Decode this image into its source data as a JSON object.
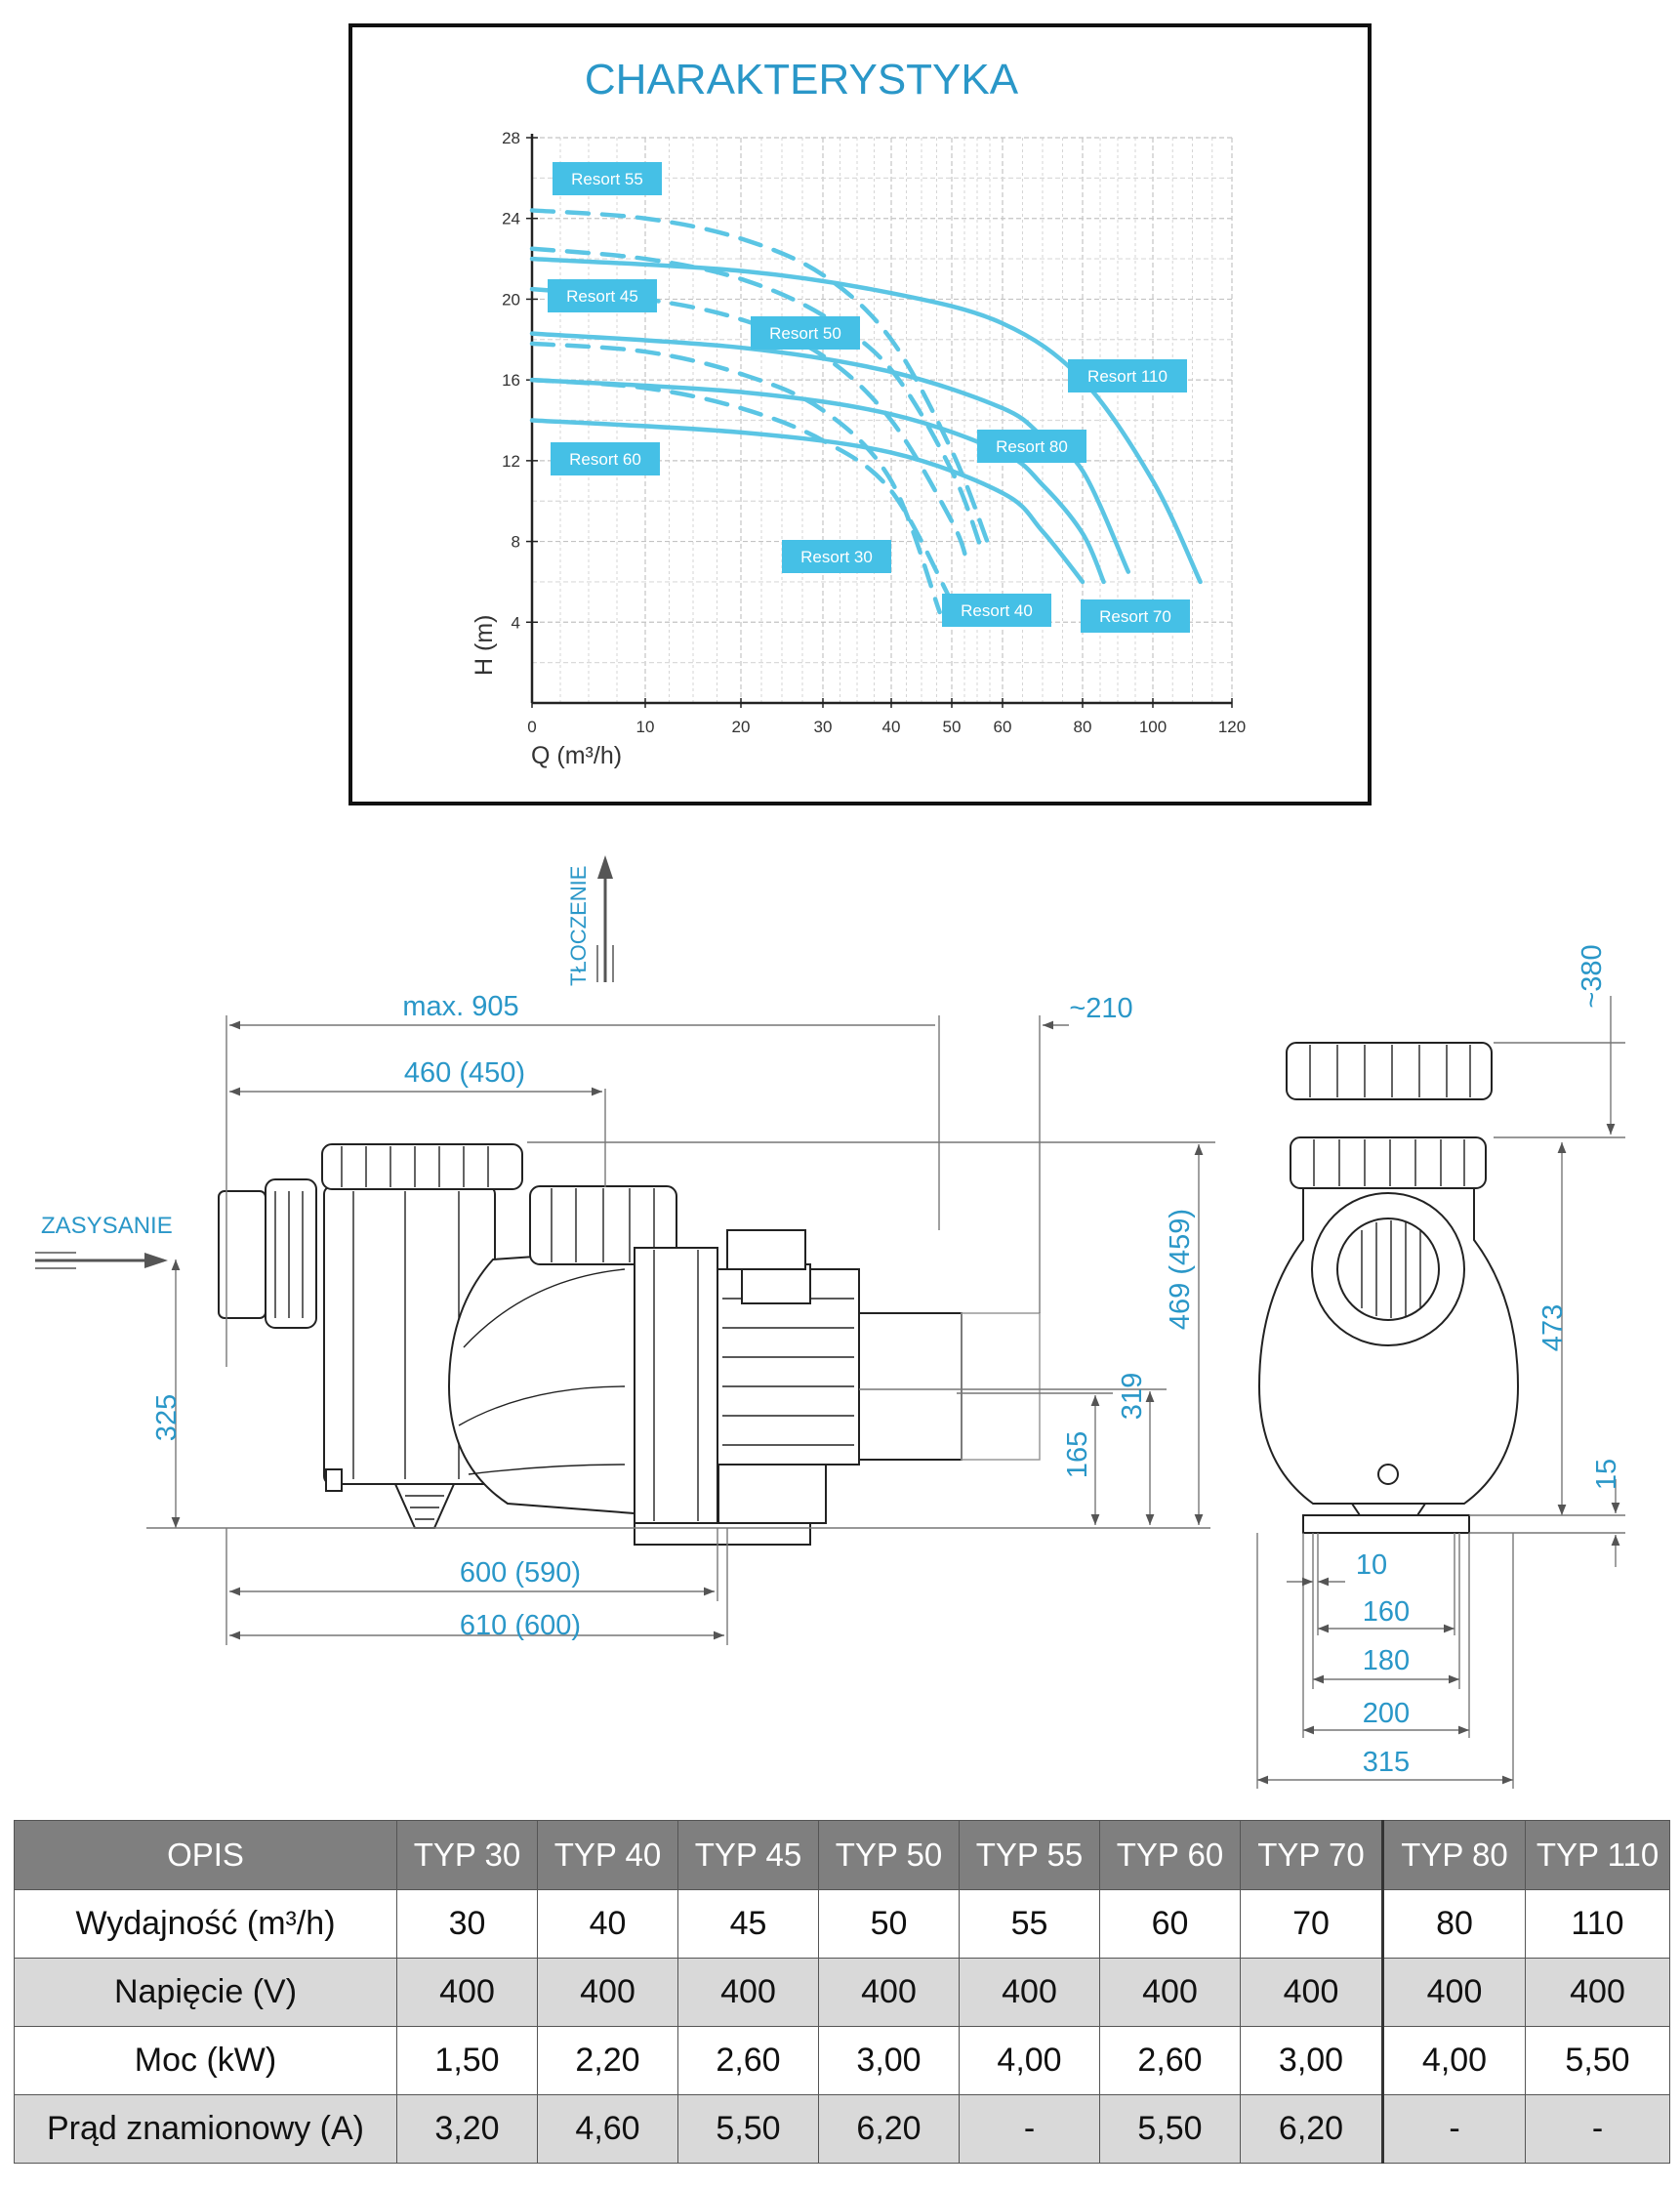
{
  "chart_data": {
    "type": "line",
    "title": "CHARAKTERYSTYKA",
    "xlabel": "Q (m³/h)",
    "ylabel": "H (m)",
    "x_ticks": [
      0,
      10,
      20,
      30,
      40,
      50,
      60,
      80,
      100,
      120
    ],
    "y_ticks": [
      4,
      8,
      12,
      16,
      20,
      24,
      28
    ],
    "xlim": [
      0,
      120
    ],
    "ylim": [
      0,
      28
    ],
    "grid": true,
    "series": [
      {
        "name": "Resort 30",
        "style": "dashed",
        "x": [
          0,
          10,
          20,
          30,
          40,
          50
        ],
        "y": [
          16,
          15.6,
          14.6,
          13,
          10.5,
          5
        ]
      },
      {
        "name": "Resort 40",
        "style": "dashed",
        "x": [
          0,
          10,
          20,
          30,
          40,
          48
        ],
        "y": [
          17.8,
          17.4,
          16.3,
          14.5,
          11,
          4.5
        ]
      },
      {
        "name": "Resort 45",
        "style": "dashed",
        "x": [
          0,
          10,
          20,
          30,
          40,
          50,
          53
        ],
        "y": [
          20.5,
          20,
          19,
          17.2,
          14,
          9,
          7
        ]
      },
      {
        "name": "Resort 50",
        "style": "dashed",
        "x": [
          0,
          10,
          20,
          30,
          40,
          50,
          56
        ],
        "y": [
          22.5,
          22,
          21,
          19.2,
          16.5,
          11.5,
          7.5
        ]
      },
      {
        "name": "Resort 55",
        "style": "dashed",
        "x": [
          0,
          10,
          20,
          30,
          40,
          50,
          57
        ],
        "y": [
          24.4,
          24,
          23,
          21.2,
          18,
          12.5,
          8
        ]
      },
      {
        "name": "Resort 60",
        "style": "solid",
        "x": [
          0,
          20,
          40,
          60,
          70,
          80
        ],
        "y": [
          14,
          13.4,
          12.4,
          10.4,
          8.5,
          6
        ]
      },
      {
        "name": "Resort 70",
        "style": "solid",
        "x": [
          0,
          20,
          40,
          60,
          70,
          80,
          86
        ],
        "y": [
          16,
          15.4,
          14.3,
          12.4,
          10.8,
          8.4,
          6
        ]
      },
      {
        "name": "Resort 80",
        "style": "solid",
        "x": [
          0,
          20,
          40,
          60,
          70,
          80,
          93
        ],
        "y": [
          18.3,
          17.6,
          16.4,
          14.6,
          13.2,
          11.5,
          6.5
        ]
      },
      {
        "name": "Resort 110",
        "style": "solid",
        "x": [
          0,
          20,
          40,
          60,
          80,
          100,
          112
        ],
        "y": [
          22,
          21.4,
          20.3,
          18.8,
          16,
          11,
          6
        ]
      }
    ]
  },
  "drawing": {
    "flow_labels": {
      "outlet": "TŁOCZENIE",
      "inlet": "ZASYSANIE"
    },
    "dimensions": {
      "max_length": "max. 905",
      "motor_clearance": "~210",
      "basket_axis": "460 (450)",
      "inlet_height": "325",
      "base_length": "600 (590)",
      "total_length": "610 (600)",
      "outlet_height": "469 (459)",
      "motor_axis": "319",
      "foot_height": "165",
      "lid_clearance": "~380",
      "side_height": "473",
      "base_plate": "15",
      "foot_10": "10",
      "foot_160": "160",
      "foot_180": "180",
      "foot_200": "200",
      "width_315": "315"
    }
  },
  "table": {
    "headers": [
      "OPIS",
      "TYP 30",
      "TYP 40",
      "TYP 45",
      "TYP 50",
      "TYP 55",
      "TYP 60",
      "TYP 70",
      "TYP 80",
      "TYP 110"
    ],
    "rows": [
      [
        "Wydajność (m³/h)",
        "30",
        "40",
        "45",
        "50",
        "55",
        "60",
        "70",
        "80",
        "110"
      ],
      [
        "Napięcie (V)",
        "400",
        "400",
        "400",
        "400",
        "400",
        "400",
        "400",
        "400",
        "400"
      ],
      [
        "Moc (kW)",
        "1,50",
        "2,20",
        "2,60",
        "3,00",
        "4,00",
        "2,60",
        "3,00",
        "4,00",
        "5,50"
      ],
      [
        "Prąd znamionowy (A)",
        "3,20",
        "4,60",
        "5,50",
        "6,20",
        "-",
        "5,50",
        "6,20",
        "-",
        "-"
      ]
    ]
  },
  "colors": {
    "curve": "#5bc5e4",
    "label_bg": "#45c0e6",
    "title": "#2a97c8",
    "dimension": "#2a97c8",
    "table_header": "#7f7f7f",
    "table_alt_row": "#d9d9d9"
  }
}
